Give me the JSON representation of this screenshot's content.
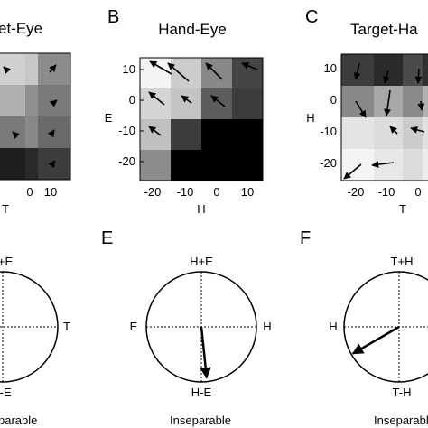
{
  "panels": [
    {
      "id": "A",
      "letter": "",
      "title": "et-Eye",
      "y_tick_labels": [],
      "x_tick_labels": [
        "0",
        "10"
      ],
      "y_axis_label": "",
      "x_axis_label": "T",
      "cells": [
        [
          "#d0d0d0",
          "#c8c8c8",
          "#8c8c8c"
        ],
        [
          "#b0b0b0",
          "#909090",
          "#7a7a7a"
        ],
        [
          "#7a7a7a",
          "#888888",
          "#6a6a6a"
        ],
        [
          "#1e1e1e",
          "#2a2a2a",
          "#3c3c3c"
        ]
      ]
    },
    {
      "id": "B",
      "letter": "B",
      "title": "Hand-Eye",
      "y_tick_labels": [
        "10",
        "0",
        "-10",
        "-20"
      ],
      "x_tick_labels": [
        "-20",
        "-10",
        "0",
        "10"
      ],
      "y_axis_label": "E",
      "x_axis_label": "H",
      "cells": [
        [
          "#f4f4f4",
          "#cccccc",
          "#888888",
          "#444444"
        ],
        [
          "#d4d4d4",
          "#c4c4c4",
          "#5c5c5c",
          "#3c3c3c"
        ],
        [
          "#c0c0c0",
          "#3c3c3c",
          "#000000",
          "#000000"
        ],
        [
          "#8c8c8c",
          "#000000",
          "#000000",
          "#000000"
        ]
      ]
    },
    {
      "id": "C",
      "letter": "C",
      "title": "Target-Ha",
      "y_tick_labels": [
        "10",
        "0",
        "-10",
        "-20"
      ],
      "x_tick_labels": [
        "-20",
        "-10",
        "0"
      ],
      "y_axis_label": "H",
      "x_axis_label": "T",
      "cells": [
        [
          "#3c3c3c",
          "#2a2a2a",
          "#4a4a4a",
          "#303030"
        ],
        [
          "#888888",
          "#a8a8a8",
          "#8a8a8a",
          "#b0b0b0"
        ],
        [
          "#e4e4e4",
          "#dcdcdc",
          "#cccccc",
          "#e0e0e0"
        ],
        [
          "#f4f4f4",
          "#e8e8e8",
          "#dcdcdc",
          "#ececec"
        ]
      ]
    }
  ],
  "circles": [
    {
      "id": "D",
      "letter": "",
      "labels": {
        "top": "+E",
        "bottom": "-E",
        "left": "",
        "right": "T"
      },
      "verdict": "parable",
      "vector": {
        "magnitude": 0,
        "angle_deg": 0
      }
    },
    {
      "id": "E",
      "letter": "E",
      "labels": {
        "top": "H+E",
        "bottom": "H-E",
        "left": "E",
        "right": "H"
      },
      "verdict": "Inseparable",
      "vector": {
        "magnitude": 0.93,
        "angle_deg": -84
      }
    },
    {
      "id": "F",
      "letter": "F",
      "labels": {
        "top": "T+H",
        "bottom": "T-H",
        "left": "H",
        "right": ""
      },
      "verdict": "Inseparable",
      "vector": {
        "magnitude": 0.97,
        "angle_deg": -150
      }
    }
  ]
}
